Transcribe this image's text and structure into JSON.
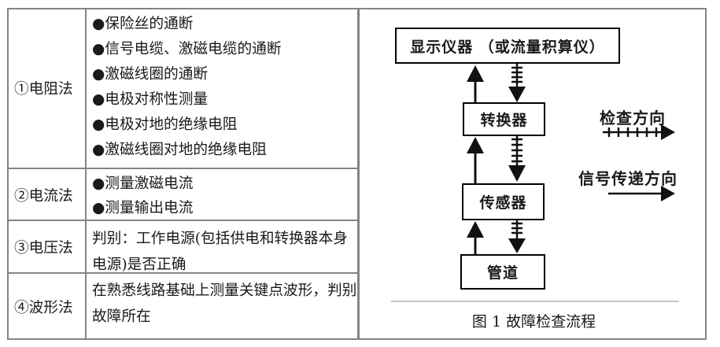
{
  "table": {
    "rows": [
      {
        "label": "①电阻法",
        "items": [
          "●保险丝的通断",
          "●信号电缆、激磁电缆的通断",
          "●激磁线圈的通断",
          "●电极对称性测量",
          "●电极对地的绝缘电阻",
          "●激磁线圈对地的绝缘电阻"
        ]
      },
      {
        "label": "②电流法",
        "items": [
          "●测量激磁电流",
          "●测量输出电流"
        ]
      },
      {
        "label": "③电压法",
        "text": "判别：工作电源(包括供电和转换器本身电源)是否正确"
      },
      {
        "label": "④波形法",
        "text": "在熟悉线路基础上测量关键点波形，判别故障所在"
      }
    ]
  },
  "diagram": {
    "boxes": [
      {
        "label": "显示仪器 （或流量积算仪）"
      },
      {
        "label": "转换器"
      },
      {
        "label": "传感器"
      },
      {
        "label": "管道"
      }
    ],
    "legend": {
      "check_label": "检查方向",
      "check_icon": "ticked-arrow-right-icon",
      "signal_label": "信号传递方向",
      "signal_icon": "solid-arrow-right-icon"
    },
    "caption": "图 1 故障检查流程"
  },
  "colors": {
    "frame_border": "#848484",
    "box_border": "#000000",
    "text": "#1a1a1a",
    "caption_separator": "#b0b0b0",
    "background": "#ffffff"
  }
}
